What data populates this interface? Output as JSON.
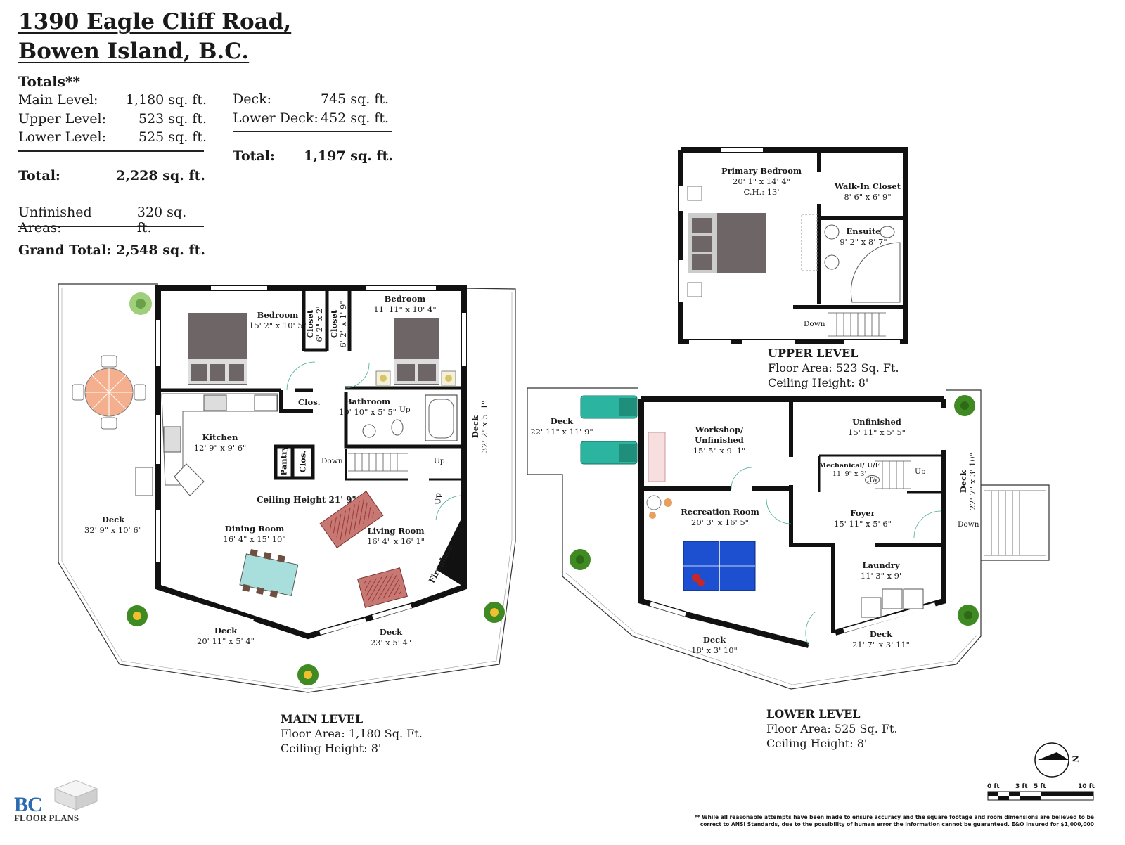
{
  "header": {
    "line1": "1390 Eagle Cliff Road,",
    "line2": "Bowen Island, B.C."
  },
  "totals": {
    "heading": "Totals**",
    "main": {
      "label": "Main Level:",
      "value": "1,180 sq. ft."
    },
    "upper": {
      "label": "Upper Level:",
      "value": "523 sq. ft."
    },
    "lower": {
      "label": "Lower Level:",
      "value": "525 sq. ft."
    },
    "total": {
      "label": "Total:",
      "value": "2,228 sq. ft."
    },
    "unfinished": {
      "label": "Unfinished Areas:",
      "value": "320 sq. ft."
    },
    "grand": {
      "label": "Grand Total:",
      "value": "2,548 sq. ft."
    },
    "deck": {
      "label": "Deck:",
      "value": "745 sq. ft."
    },
    "lower_deck": {
      "label": "Lower Deck:",
      "value": "452 sq. ft."
    },
    "deck_total": {
      "label": "Total:",
      "value": "1,197 sq. ft."
    }
  },
  "upper_level": {
    "heading": "UPPER LEVEL",
    "area": "Floor Area: 523 Sq. Ft.",
    "ceiling": "Ceiling Height: 8'",
    "rooms": {
      "primary": {
        "name": "Primary Bedroom",
        "dim": "20' 1\" x 14' 4\"",
        "extra": "C.H.: 13'"
      },
      "walkin": {
        "name": "Walk-In Closet",
        "dim": "8' 6\" x 6' 9\""
      },
      "ensuite": {
        "name": "Ensuite",
        "dim": "9' 2\" x 8' 7\""
      },
      "down": "Down"
    }
  },
  "main_level": {
    "heading": "MAIN LEVEL",
    "area": "Floor Area: 1,180 Sq. Ft.",
    "ceiling": "Ceiling Height: 8'",
    "rooms": {
      "bed1": {
        "name": "Bedroom",
        "dim": "15' 2\" x 10' 5\""
      },
      "bed2": {
        "name": "Bedroom",
        "dim": "11' 11\" x 10' 4\""
      },
      "closet1": {
        "name": "Closet",
        "dim": "6' 2\" x 2'"
      },
      "closet2": {
        "name": "Closet",
        "dim": "6' 2\" x 1' 9\""
      },
      "clos": "Clos.",
      "bath": {
        "name": "Bathroom",
        "dim": "10' 10\" x 5' 5\""
      },
      "kitchen": {
        "name": "Kitchen",
        "dim": "12' 9\" x 9' 6\""
      },
      "pantry": "Pantry",
      "clos2": "Clos.",
      "down": "Down",
      "up1": "Up",
      "up2": "Up",
      "up3": "Up",
      "ceiling_note": "Ceiling Height 21' 9\"",
      "dining": {
        "name": "Dining Room",
        "dim": "16' 4\" x 15' 10\""
      },
      "living": {
        "name": "Living Room",
        "dim": "16' 4\" x 16' 1\""
      },
      "fireplace": "Fireplace",
      "deck_w": {
        "name": "Deck",
        "dim": "32' 9\" x 10' 6\""
      },
      "deck_e": {
        "name": "Deck",
        "dim": "32' 2\" x 5' 1\""
      },
      "deck_sw": {
        "name": "Deck",
        "dim": "20' 11\" x 5' 4\""
      },
      "deck_se": {
        "name": "Deck",
        "dim": "23' x 5' 4\""
      }
    }
  },
  "lower_level": {
    "heading": "LOWER LEVEL",
    "area": "Floor Area: 525 Sq. Ft.",
    "ceiling": "Ceiling Height: 8'",
    "rooms": {
      "deck_nw": {
        "name": "Deck",
        "dim": "22' 11\" x 11' 9\""
      },
      "workshop": {
        "name": "Workshop/ Unfinished",
        "dim": "15' 5\" x 9' 1\""
      },
      "unfinished": {
        "name": "Unfinished",
        "dim": "15' 11\" x 5' 5\""
      },
      "mech": {
        "name": "Mechanical/ U/F",
        "dim": "11' 9\" x 3'"
      },
      "hw": "HW",
      "up": "Up",
      "recreation": {
        "name": "Recreation Room",
        "dim": "20' 3\" x 16' 5\""
      },
      "foyer": {
        "name": "Foyer",
        "dim": "15' 11\" x 5' 6\""
      },
      "laundry": {
        "name": "Laundry",
        "dim": "11' 3\" x 9'"
      },
      "deck_e": {
        "name": "Deck",
        "dim": "22' 7\" x 3' 10\""
      },
      "down": "Down",
      "deck_s": {
        "name": "Deck",
        "dim": "18' x 3' 10\""
      },
      "deck_se": {
        "name": "Deck",
        "dim": "21' 7\" x 3' 11\""
      }
    }
  },
  "scale": {
    "t0": "0 ft",
    "t3": "3 ft",
    "t5": "5 ft",
    "t10": "10 ft",
    "north": "N"
  },
  "logo": {
    "short": "BC",
    "name": "FLOOR PLANS"
  },
  "disclaimer": {
    "line1": "** While all reasonable attempts have been made to ensure accuracy and the square footage and room dimensions are believed to be",
    "line2": "correct to ANSI Standards, due to the possibility of human error the information cannot be guaranteed. E&O Insured for $1,000,000"
  },
  "colors": {
    "wall": "#111111",
    "furniture": "#6e6666",
    "table": "#f4b08e",
    "pingpong": "#1d4fd1",
    "lounger": "#2bb5a0",
    "plant": "#3f8a22"
  }
}
